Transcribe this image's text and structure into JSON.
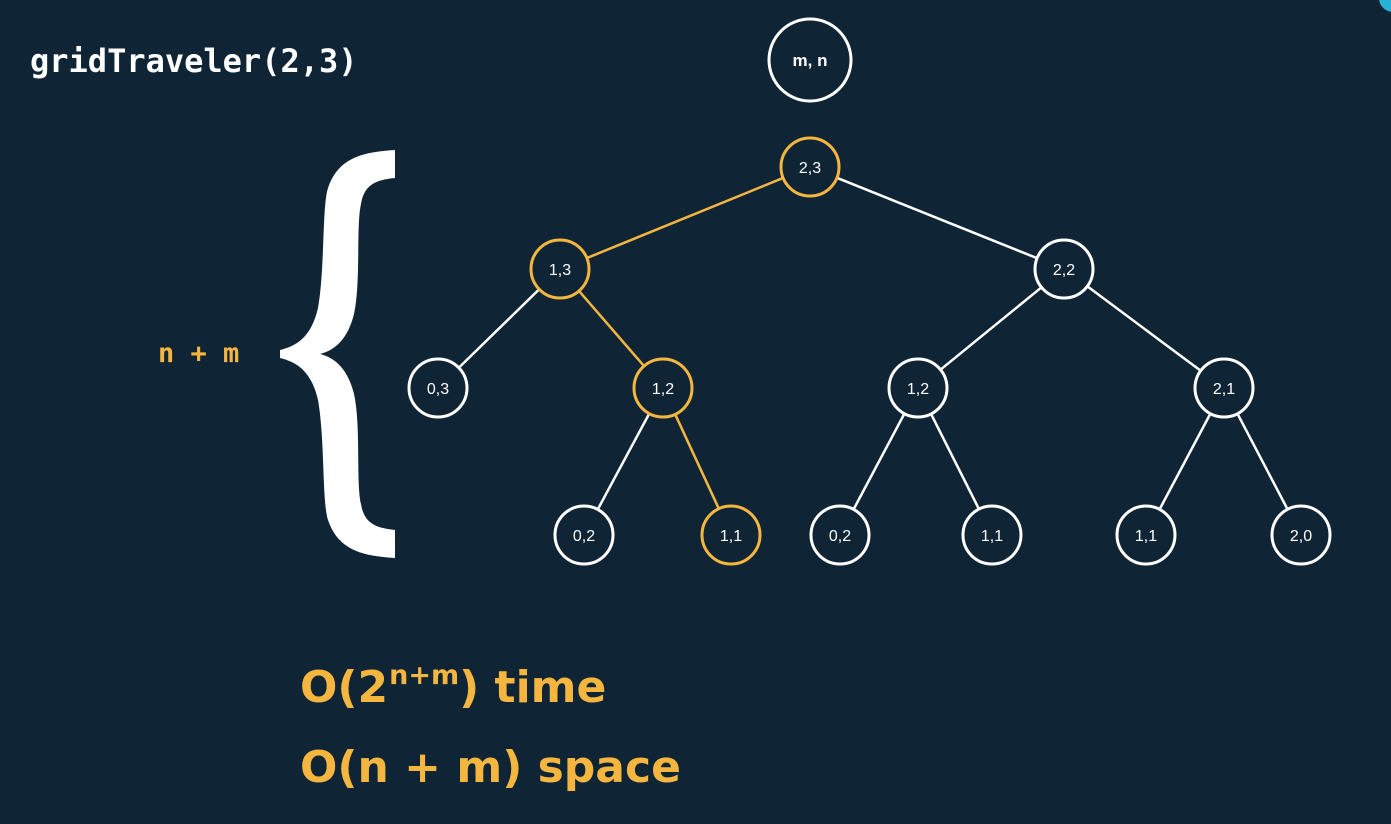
{
  "title": "gridTraveler(2,3)",
  "brace_label": "n + m",
  "colors": {
    "background": "#0f2435",
    "white": "#ffffff",
    "highlight": "#f5b63f",
    "accent": "#27b2d6"
  },
  "legend_node": "m, n",
  "tree": {
    "nodes": [
      {
        "id": "n0",
        "label": "2,3",
        "highlight": true
      },
      {
        "id": "n1",
        "label": "1,3",
        "highlight": true
      },
      {
        "id": "n2",
        "label": "2,2",
        "highlight": false
      },
      {
        "id": "n3",
        "label": "0,3",
        "highlight": false
      },
      {
        "id": "n4",
        "label": "1,2",
        "highlight": true
      },
      {
        "id": "n5",
        "label": "1,2",
        "highlight": false
      },
      {
        "id": "n6",
        "label": "2,1",
        "highlight": false
      },
      {
        "id": "n7",
        "label": "0,2",
        "highlight": false
      },
      {
        "id": "n8",
        "label": "1,1",
        "highlight": true
      },
      {
        "id": "n9",
        "label": "0,2",
        "highlight": false
      },
      {
        "id": "n10",
        "label": "1,1",
        "highlight": false
      },
      {
        "id": "n11",
        "label": "1,1",
        "highlight": false
      },
      {
        "id": "n12",
        "label": "2,0",
        "highlight": false
      }
    ],
    "edges": [
      {
        "from": "n0",
        "to": "n1",
        "highlight": true
      },
      {
        "from": "n0",
        "to": "n2",
        "highlight": false
      },
      {
        "from": "n1",
        "to": "n3",
        "highlight": false
      },
      {
        "from": "n1",
        "to": "n4",
        "highlight": true
      },
      {
        "from": "n2",
        "to": "n5",
        "highlight": false
      },
      {
        "from": "n2",
        "to": "n6",
        "highlight": false
      },
      {
        "from": "n4",
        "to": "n7",
        "highlight": false
      },
      {
        "from": "n4",
        "to": "n8",
        "highlight": true
      },
      {
        "from": "n5",
        "to": "n9",
        "highlight": false
      },
      {
        "from": "n5",
        "to": "n10",
        "highlight": false
      },
      {
        "from": "n6",
        "to": "n11",
        "highlight": false
      },
      {
        "from": "n6",
        "to": "n12",
        "highlight": false
      }
    ]
  },
  "complexity": {
    "time_prefix": "O(2",
    "time_exponent": "n+m",
    "time_suffix": ") time",
    "space": "O(n + m) space"
  }
}
